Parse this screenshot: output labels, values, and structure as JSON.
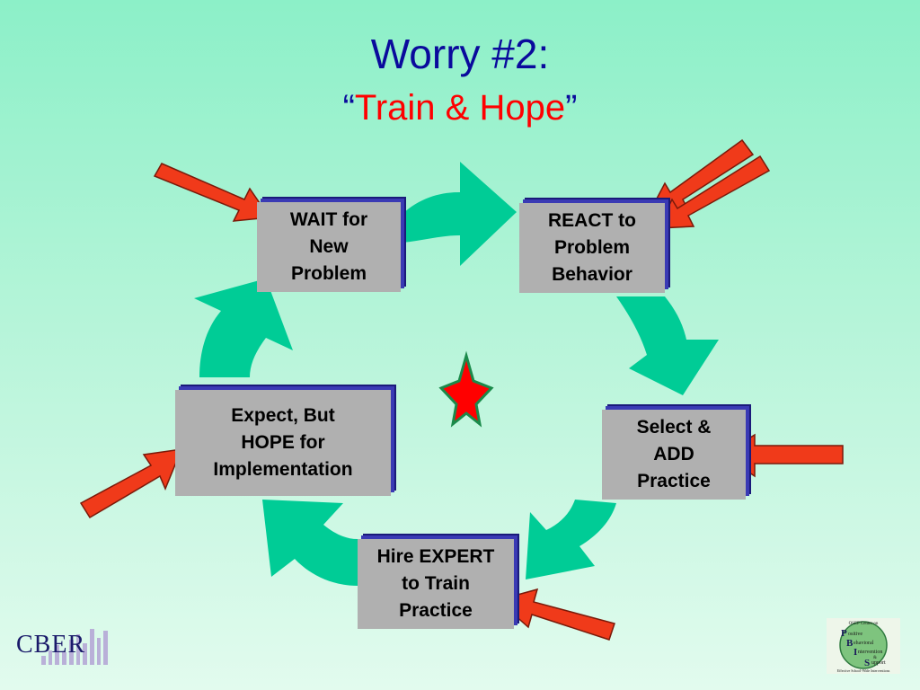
{
  "title": {
    "line1": "Worry #2:",
    "open_quote": "“",
    "emphasis": "Train & Hope",
    "close_quote": "”"
  },
  "colors": {
    "title_blue": "#0a0a9c",
    "emphasis_red": "#ff0000",
    "cycle_arrow": "#00cc96",
    "pointer_arrow": "#f03a1a",
    "box_fill": "#b0b0b0",
    "box_shadow": "#3a3ab4",
    "star_fill": "#ff0000",
    "star_outline": "#1a8a4a"
  },
  "cycle": {
    "wait": "WAIT for\nNew\nProblem",
    "react": "REACT to\nProblem\nBehavior",
    "select": "Select &\nADD\nPractice",
    "hire": "Hire EXPERT\nto Train\nPractice",
    "expect": "Expect, But\nHOPE for\nImplementation"
  },
  "icons": {
    "center": "star-icon",
    "pointers": "red-arrow-icon",
    "cycle": "curved-arrow-icon"
  },
  "logos": {
    "left": "CBER",
    "right_lines": [
      "OSEP Center on",
      "Positive",
      "Behavioral",
      "Intervention",
      "&",
      "Support",
      "Effective School-Wide Interventions"
    ]
  }
}
